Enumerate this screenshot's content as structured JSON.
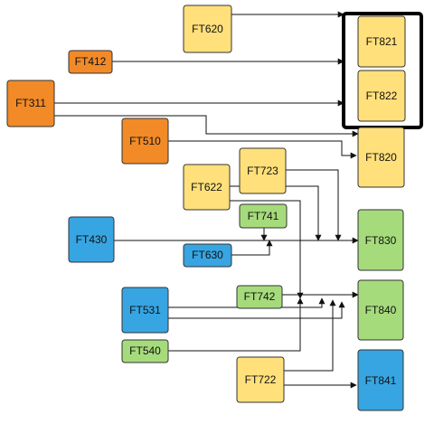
{
  "colors": {
    "orange": "#f18a27",
    "yellow": "#ffe07a",
    "green": "#a6db7c",
    "blue": "#37a5e2"
  },
  "nodes": {
    "ft620": {
      "label": "FT620",
      "color": "yellow"
    },
    "ft412": {
      "label": "FT412",
      "color": "orange"
    },
    "ft311": {
      "label": "FT311",
      "color": "orange"
    },
    "ft510": {
      "label": "FT510",
      "color": "orange"
    },
    "ft622": {
      "label": "FT622",
      "color": "yellow"
    },
    "ft723": {
      "label": "FT723",
      "color": "yellow"
    },
    "ft741": {
      "label": "FT741",
      "color": "green"
    },
    "ft430": {
      "label": "FT430",
      "color": "blue"
    },
    "ft630": {
      "label": "FT630",
      "color": "blue"
    },
    "ft742": {
      "label": "FT742",
      "color": "green"
    },
    "ft531": {
      "label": "FT531",
      "color": "blue"
    },
    "ft540": {
      "label": "FT540",
      "color": "green"
    },
    "ft722": {
      "label": "FT722",
      "color": "yellow"
    },
    "ft821": {
      "label": "FT821",
      "color": "yellow"
    },
    "ft822": {
      "label": "FT822",
      "color": "yellow"
    },
    "ft820": {
      "label": "FT820",
      "color": "yellow"
    },
    "ft830": {
      "label": "FT830",
      "color": "green"
    },
    "ft840": {
      "label": "FT840",
      "color": "green"
    },
    "ft841": {
      "label": "FT841",
      "color": "blue"
    }
  }
}
